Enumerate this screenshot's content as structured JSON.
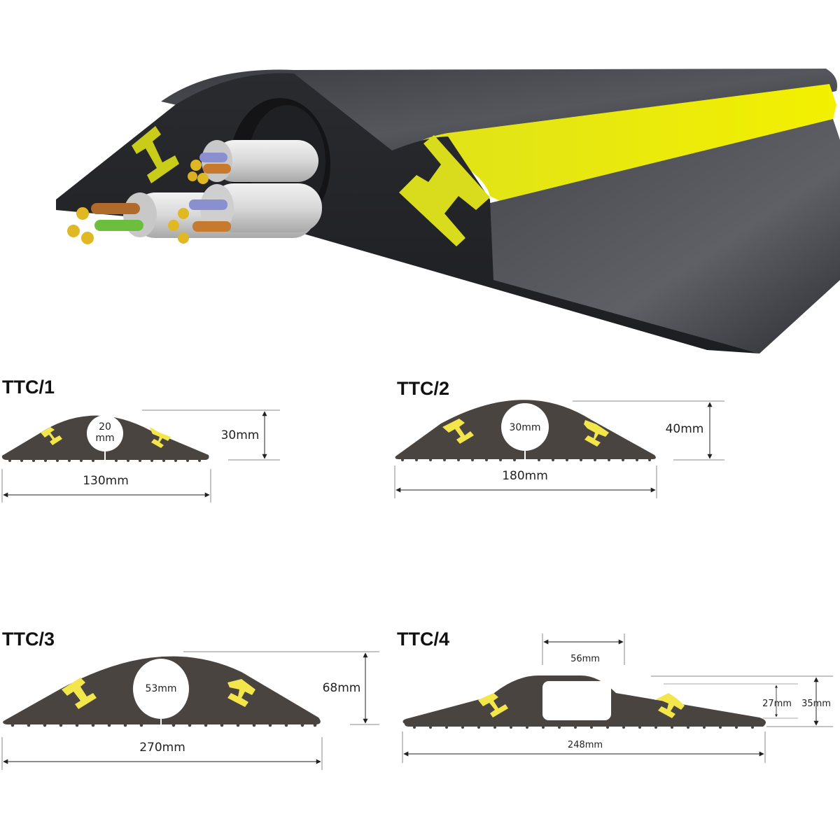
{
  "colors": {
    "body": "#4a4440",
    "insert": "#f2e64a",
    "hero_body": "#2c2d31",
    "hero_insert": "#e8ea1c",
    "dim_line": "#888888",
    "text": "#222222"
  },
  "hero": {
    "label": "cable-protector-cutaway-illustration",
    "cables": [
      {
        "conductors": [
          "blue",
          "brown",
          "yellow-green"
        ]
      },
      {
        "conductors": [
          "brown",
          "green",
          "yellow-green"
        ]
      },
      {
        "conductors": [
          "blue",
          "brown",
          "yellow-green"
        ]
      }
    ]
  },
  "models": [
    {
      "id": "ttc1",
      "title": "TTC/1",
      "channel_label_line1": "20",
      "channel_label_line2": "mm",
      "channel_shape": "circle",
      "height": "30mm",
      "width": "130mm"
    },
    {
      "id": "ttc2",
      "title": "TTC/2",
      "channel_label": "30mm",
      "channel_shape": "circle",
      "height": "40mm",
      "width": "180mm"
    },
    {
      "id": "ttc3",
      "title": "TTC/3",
      "channel_label": "53mm",
      "channel_shape": "circle",
      "height": "68mm",
      "width": "270mm"
    },
    {
      "id": "ttc4",
      "title": "TTC/4",
      "channel_shape": "rectangle",
      "channel_width": "56mm",
      "channel_height": "27mm",
      "height": "35mm",
      "width": "248mm"
    }
  ]
}
